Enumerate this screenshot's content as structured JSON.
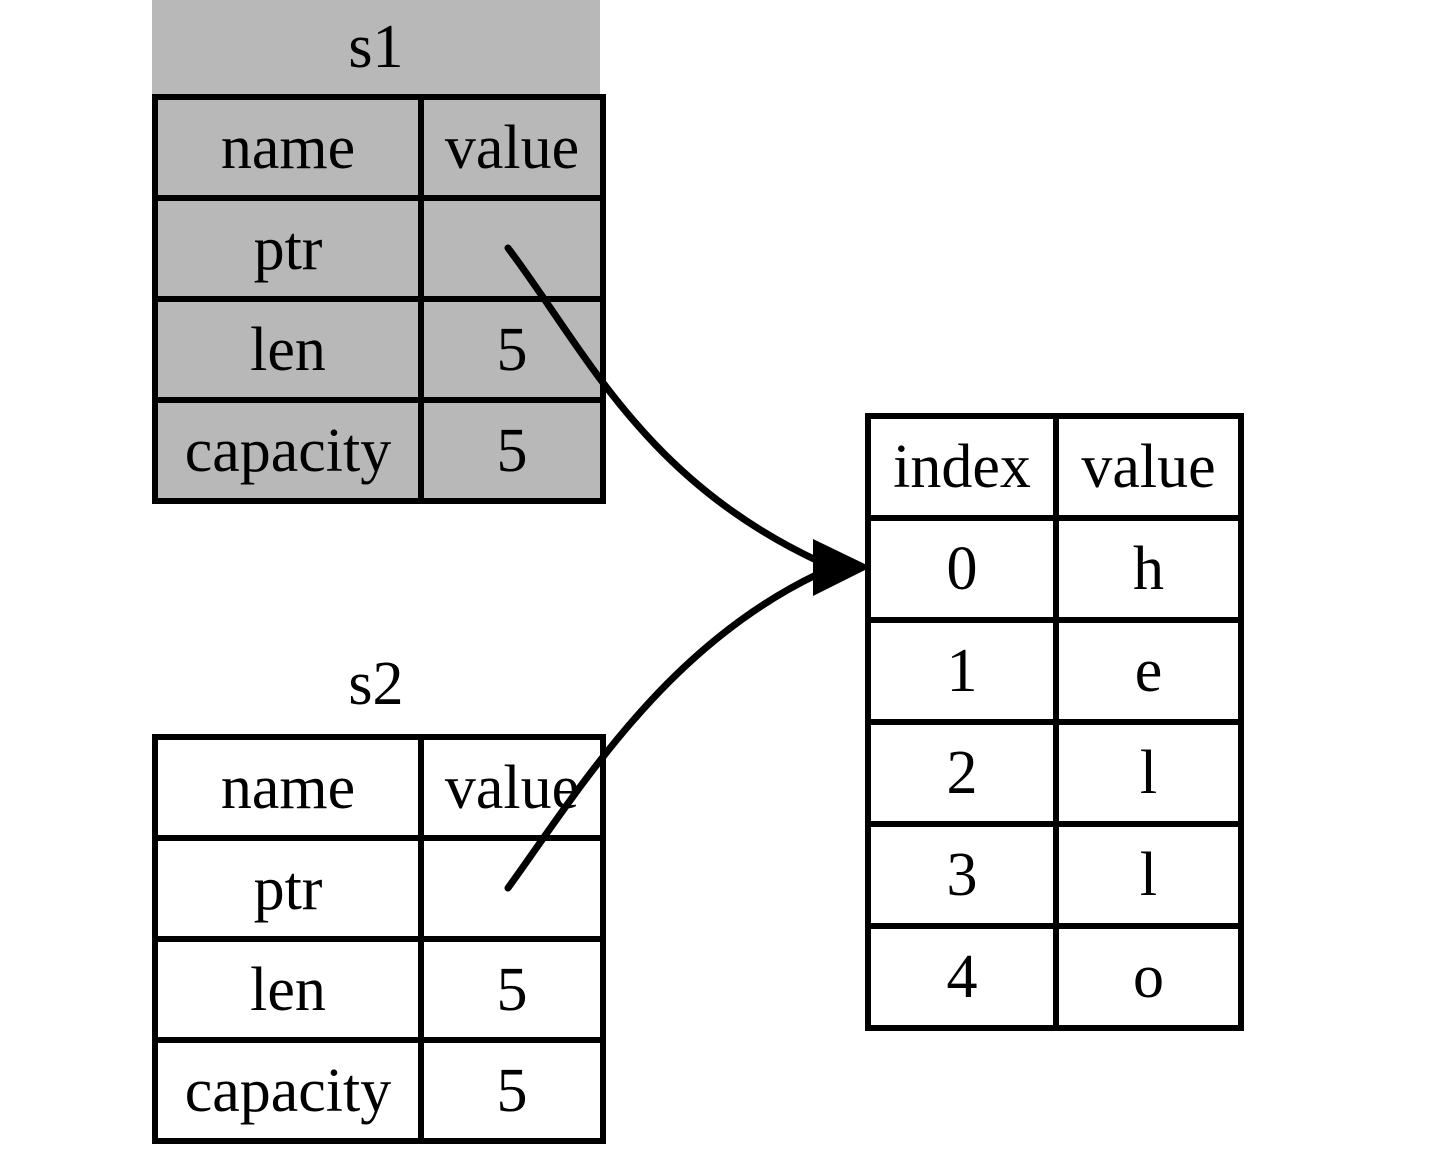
{
  "colors": {
    "background": "#ffffff",
    "border": "#000000",
    "arrow": "#000000",
    "s1_fill": "#b8b8b8",
    "s2_fill": "#ffffff",
    "heap_fill": "#ffffff"
  },
  "s1": {
    "title": "s1",
    "header": {
      "name": "name",
      "value": "value"
    },
    "rows": [
      {
        "label": "ptr",
        "value": ""
      },
      {
        "label": "len",
        "value": "5"
      },
      {
        "label": "capacity",
        "value": "5"
      }
    ]
  },
  "s2": {
    "title": "s2",
    "header": {
      "name": "name",
      "value": "value"
    },
    "rows": [
      {
        "label": "ptr",
        "value": ""
      },
      {
        "label": "len",
        "value": "5"
      },
      {
        "label": "capacity",
        "value": "5"
      }
    ]
  },
  "heap": {
    "header": {
      "index": "index",
      "value": "value"
    },
    "rows": [
      {
        "index": "0",
        "value": "h"
      },
      {
        "index": "1",
        "value": "e"
      },
      {
        "index": "2",
        "value": "l"
      },
      {
        "index": "3",
        "value": "l"
      },
      {
        "index": "4",
        "value": "o"
      }
    ]
  }
}
